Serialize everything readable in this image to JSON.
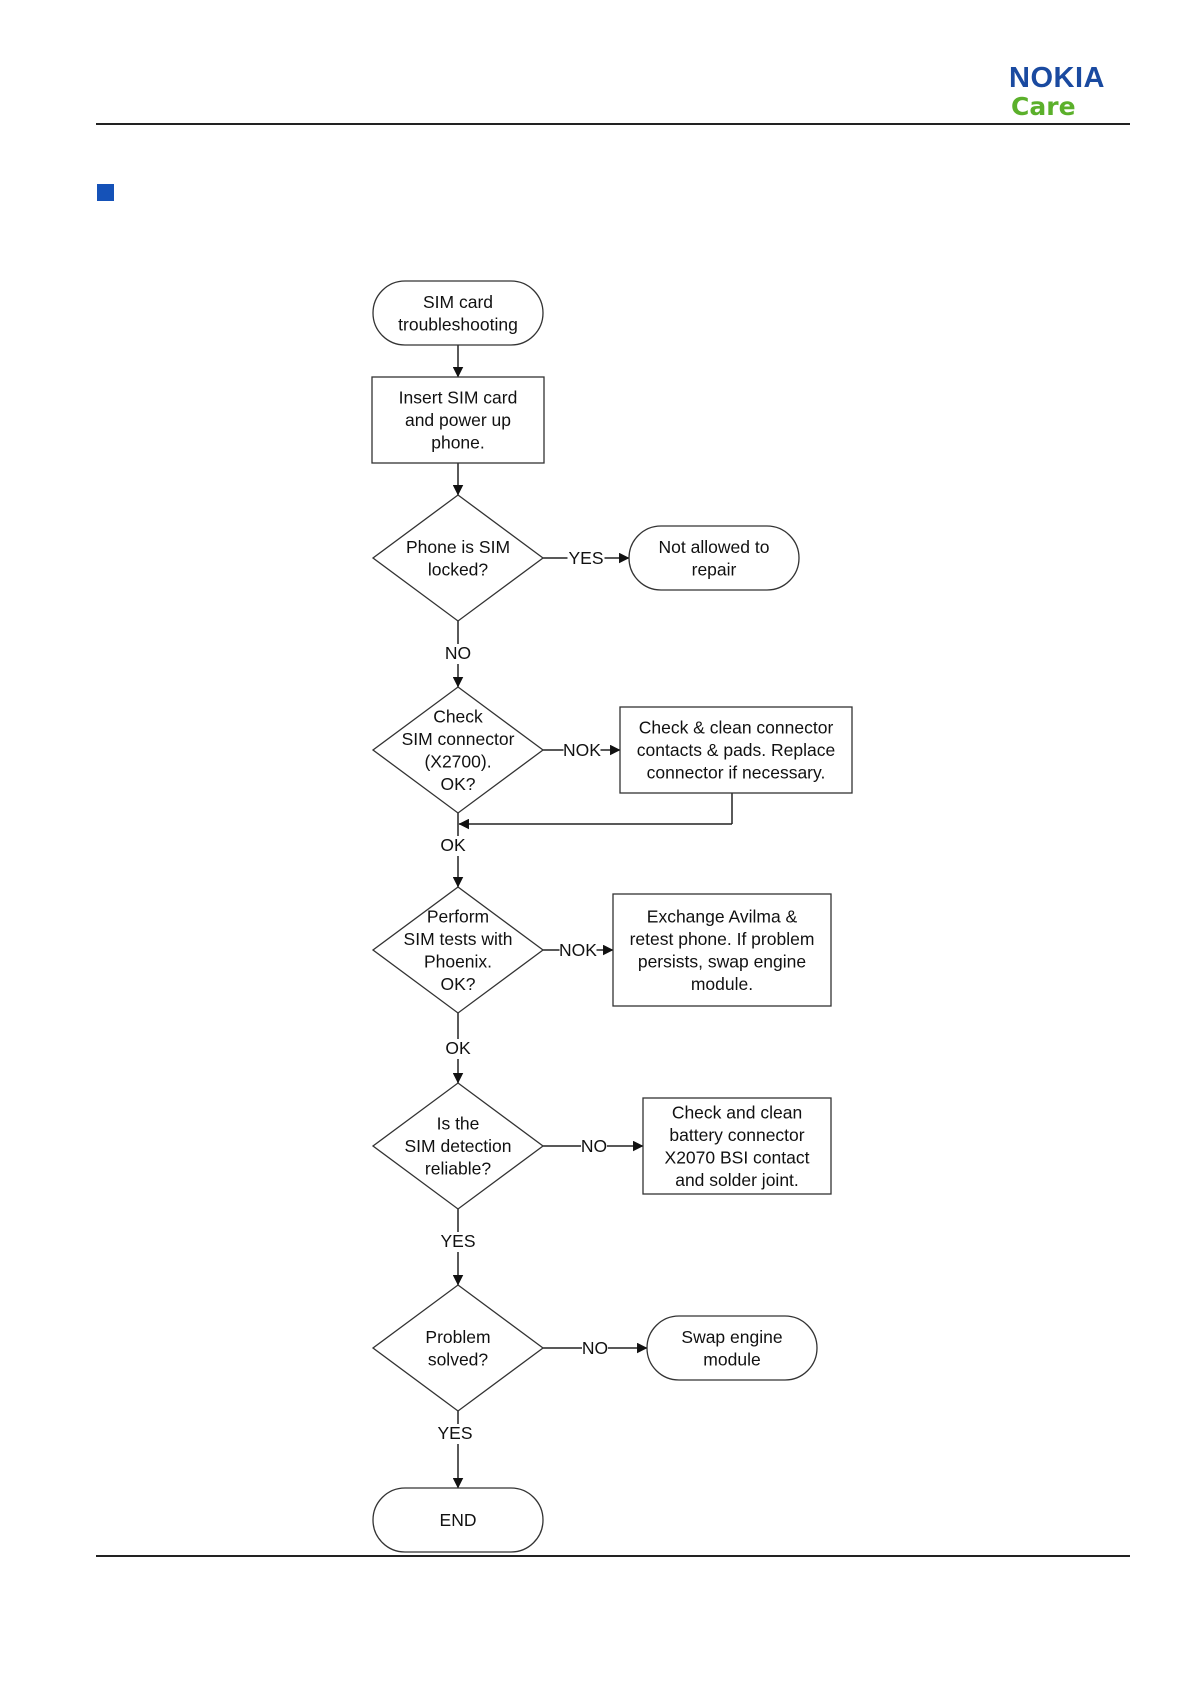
{
  "header": {
    "brand": "NOKIA",
    "brand_sub": "Care",
    "brand_color": "#1a4aa0",
    "sub_color": "#5bb02b",
    "section_marker_color": "#1552b8"
  },
  "flowchart": {
    "nodes": [
      {
        "id": "start",
        "shape": "terminal",
        "lines": [
          "SIM card",
          "troubleshooting"
        ]
      },
      {
        "id": "insert",
        "shape": "process",
        "lines": [
          "Insert SIM card",
          "and power up",
          "phone."
        ]
      },
      {
        "id": "d_locked",
        "shape": "decision",
        "lines": [
          "Phone is SIM",
          "locked?"
        ]
      },
      {
        "id": "not_allowed",
        "shape": "terminal",
        "lines": [
          "Not allowed to",
          "repair"
        ]
      },
      {
        "id": "d_connector",
        "shape": "decision",
        "lines": [
          "Check",
          "SIM connector",
          "(X2700).",
          "OK?"
        ]
      },
      {
        "id": "clean_connector",
        "shape": "process",
        "lines": [
          "Check & clean connector",
          "contacts & pads. Replace",
          "connector if necessary."
        ]
      },
      {
        "id": "d_phoenix",
        "shape": "decision",
        "lines": [
          "Perform",
          "SIM tests with",
          "Phoenix.",
          "OK?"
        ]
      },
      {
        "id": "exchange",
        "shape": "process",
        "lines": [
          "Exchange Avilma &",
          "retest phone. If problem",
          "persists, swap engine",
          "module."
        ]
      },
      {
        "id": "d_detection",
        "shape": "decision",
        "lines": [
          "Is the",
          "SIM detection",
          "reliable?"
        ]
      },
      {
        "id": "battery",
        "shape": "process",
        "lines": [
          "Check and clean",
          "battery connector",
          "X2070 BSI contact",
          "and solder joint."
        ]
      },
      {
        "id": "d_solved",
        "shape": "decision",
        "lines": [
          "Problem",
          "solved?"
        ]
      },
      {
        "id": "swap",
        "shape": "terminal",
        "lines": [
          "Swap engine",
          "module"
        ]
      },
      {
        "id": "end",
        "shape": "terminal",
        "lines": [
          "END"
        ]
      }
    ],
    "edges": [
      {
        "from": "start",
        "to": "insert",
        "label": ""
      },
      {
        "from": "insert",
        "to": "d_locked",
        "label": ""
      },
      {
        "from": "d_locked",
        "to": "not_allowed",
        "label": "YES"
      },
      {
        "from": "d_locked",
        "to": "d_connector",
        "label": "NO"
      },
      {
        "from": "d_connector",
        "to": "clean_connector",
        "label": "NOK"
      },
      {
        "from": "clean_connector",
        "to": "d_phoenix",
        "label": ""
      },
      {
        "from": "d_connector",
        "to": "d_phoenix",
        "label": "OK"
      },
      {
        "from": "d_phoenix",
        "to": "exchange",
        "label": "NOK"
      },
      {
        "from": "d_phoenix",
        "to": "d_detection",
        "label": "OK"
      },
      {
        "from": "d_detection",
        "to": "battery",
        "label": "NO"
      },
      {
        "from": "d_detection",
        "to": "d_solved",
        "label": "YES"
      },
      {
        "from": "d_solved",
        "to": "swap",
        "label": "NO"
      },
      {
        "from": "d_solved",
        "to": "end",
        "label": "YES"
      }
    ]
  }
}
